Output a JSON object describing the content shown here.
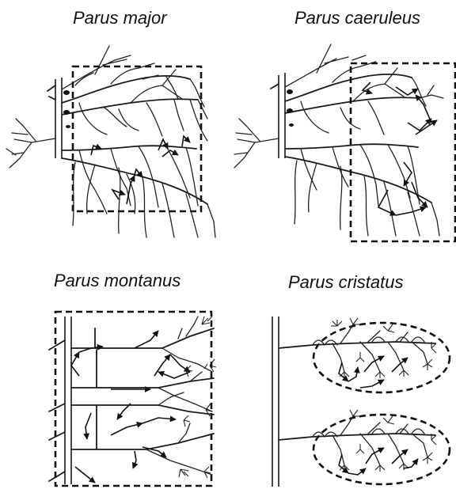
{
  "panels": [
    {
      "id": "parus-major",
      "title": "Parus major"
    },
    {
      "id": "parus-caeruleus",
      "title": "Parus caeruleus"
    },
    {
      "id": "parus-montanus",
      "title": "Parus montanus"
    },
    {
      "id": "parus-cristatus",
      "title": "Parus cristatus"
    }
  ]
}
